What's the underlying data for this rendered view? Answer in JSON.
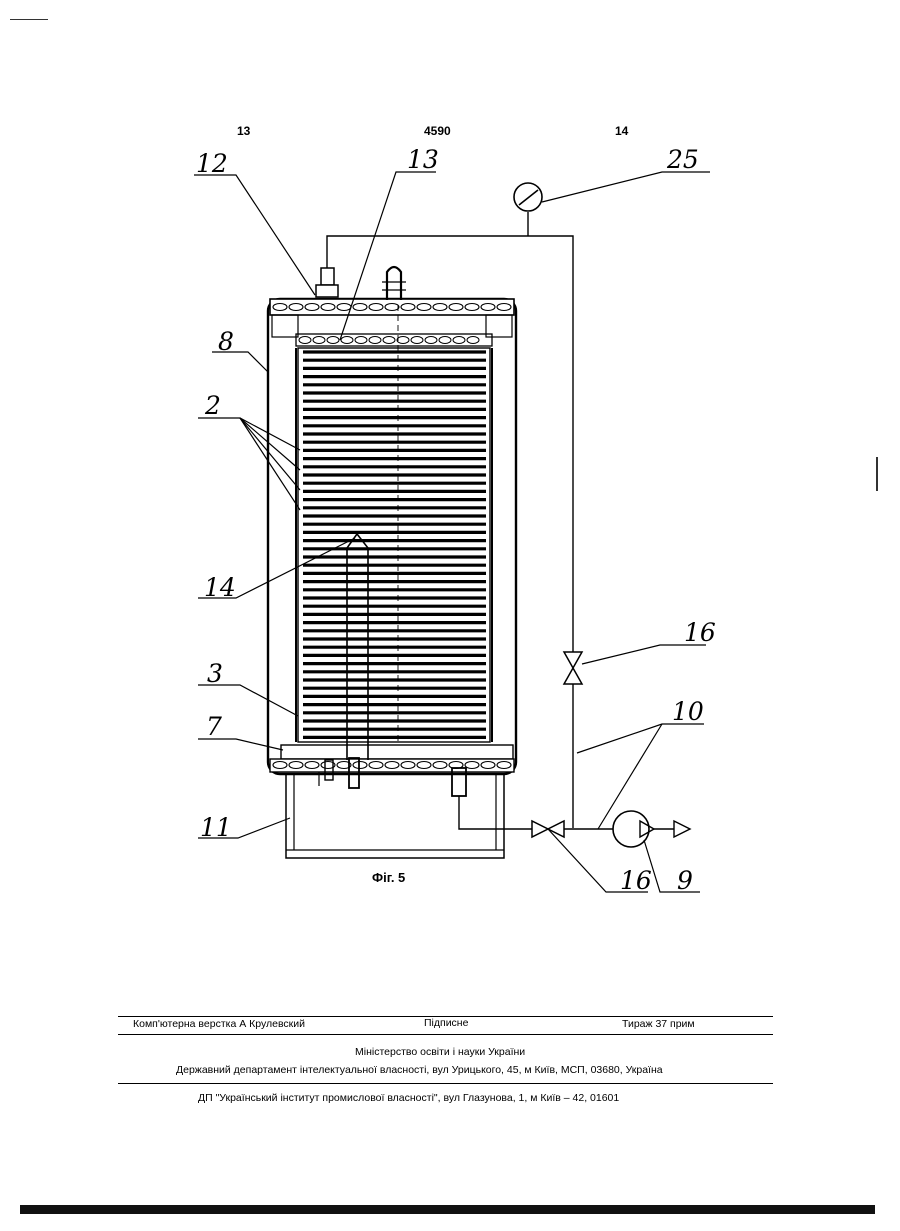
{
  "header": {
    "col_left": "13",
    "patent_no": "4590",
    "col_right": "14"
  },
  "figure": {
    "caption": "Фіг. 5",
    "labels": [
      "12",
      "13",
      "25",
      "8",
      "2",
      "14",
      "16",
      "3",
      "10",
      "7",
      "11",
      "16",
      "9"
    ]
  },
  "footer": {
    "compositor": "Комп'ютерна верстка А Крулевский",
    "signed": "Підписне",
    "circulation": "Тираж 37 прим",
    "ministry": "Міністерство освіти і науки України",
    "department": "Державний департамент інтелектуальної власності, вул Урицького, 45, м Київ, МСП, 03680, Україна",
    "institute": "ДП \"Український інститут промислової власності\", вул Глазунова, 1, м Київ – 42, 01601"
  }
}
